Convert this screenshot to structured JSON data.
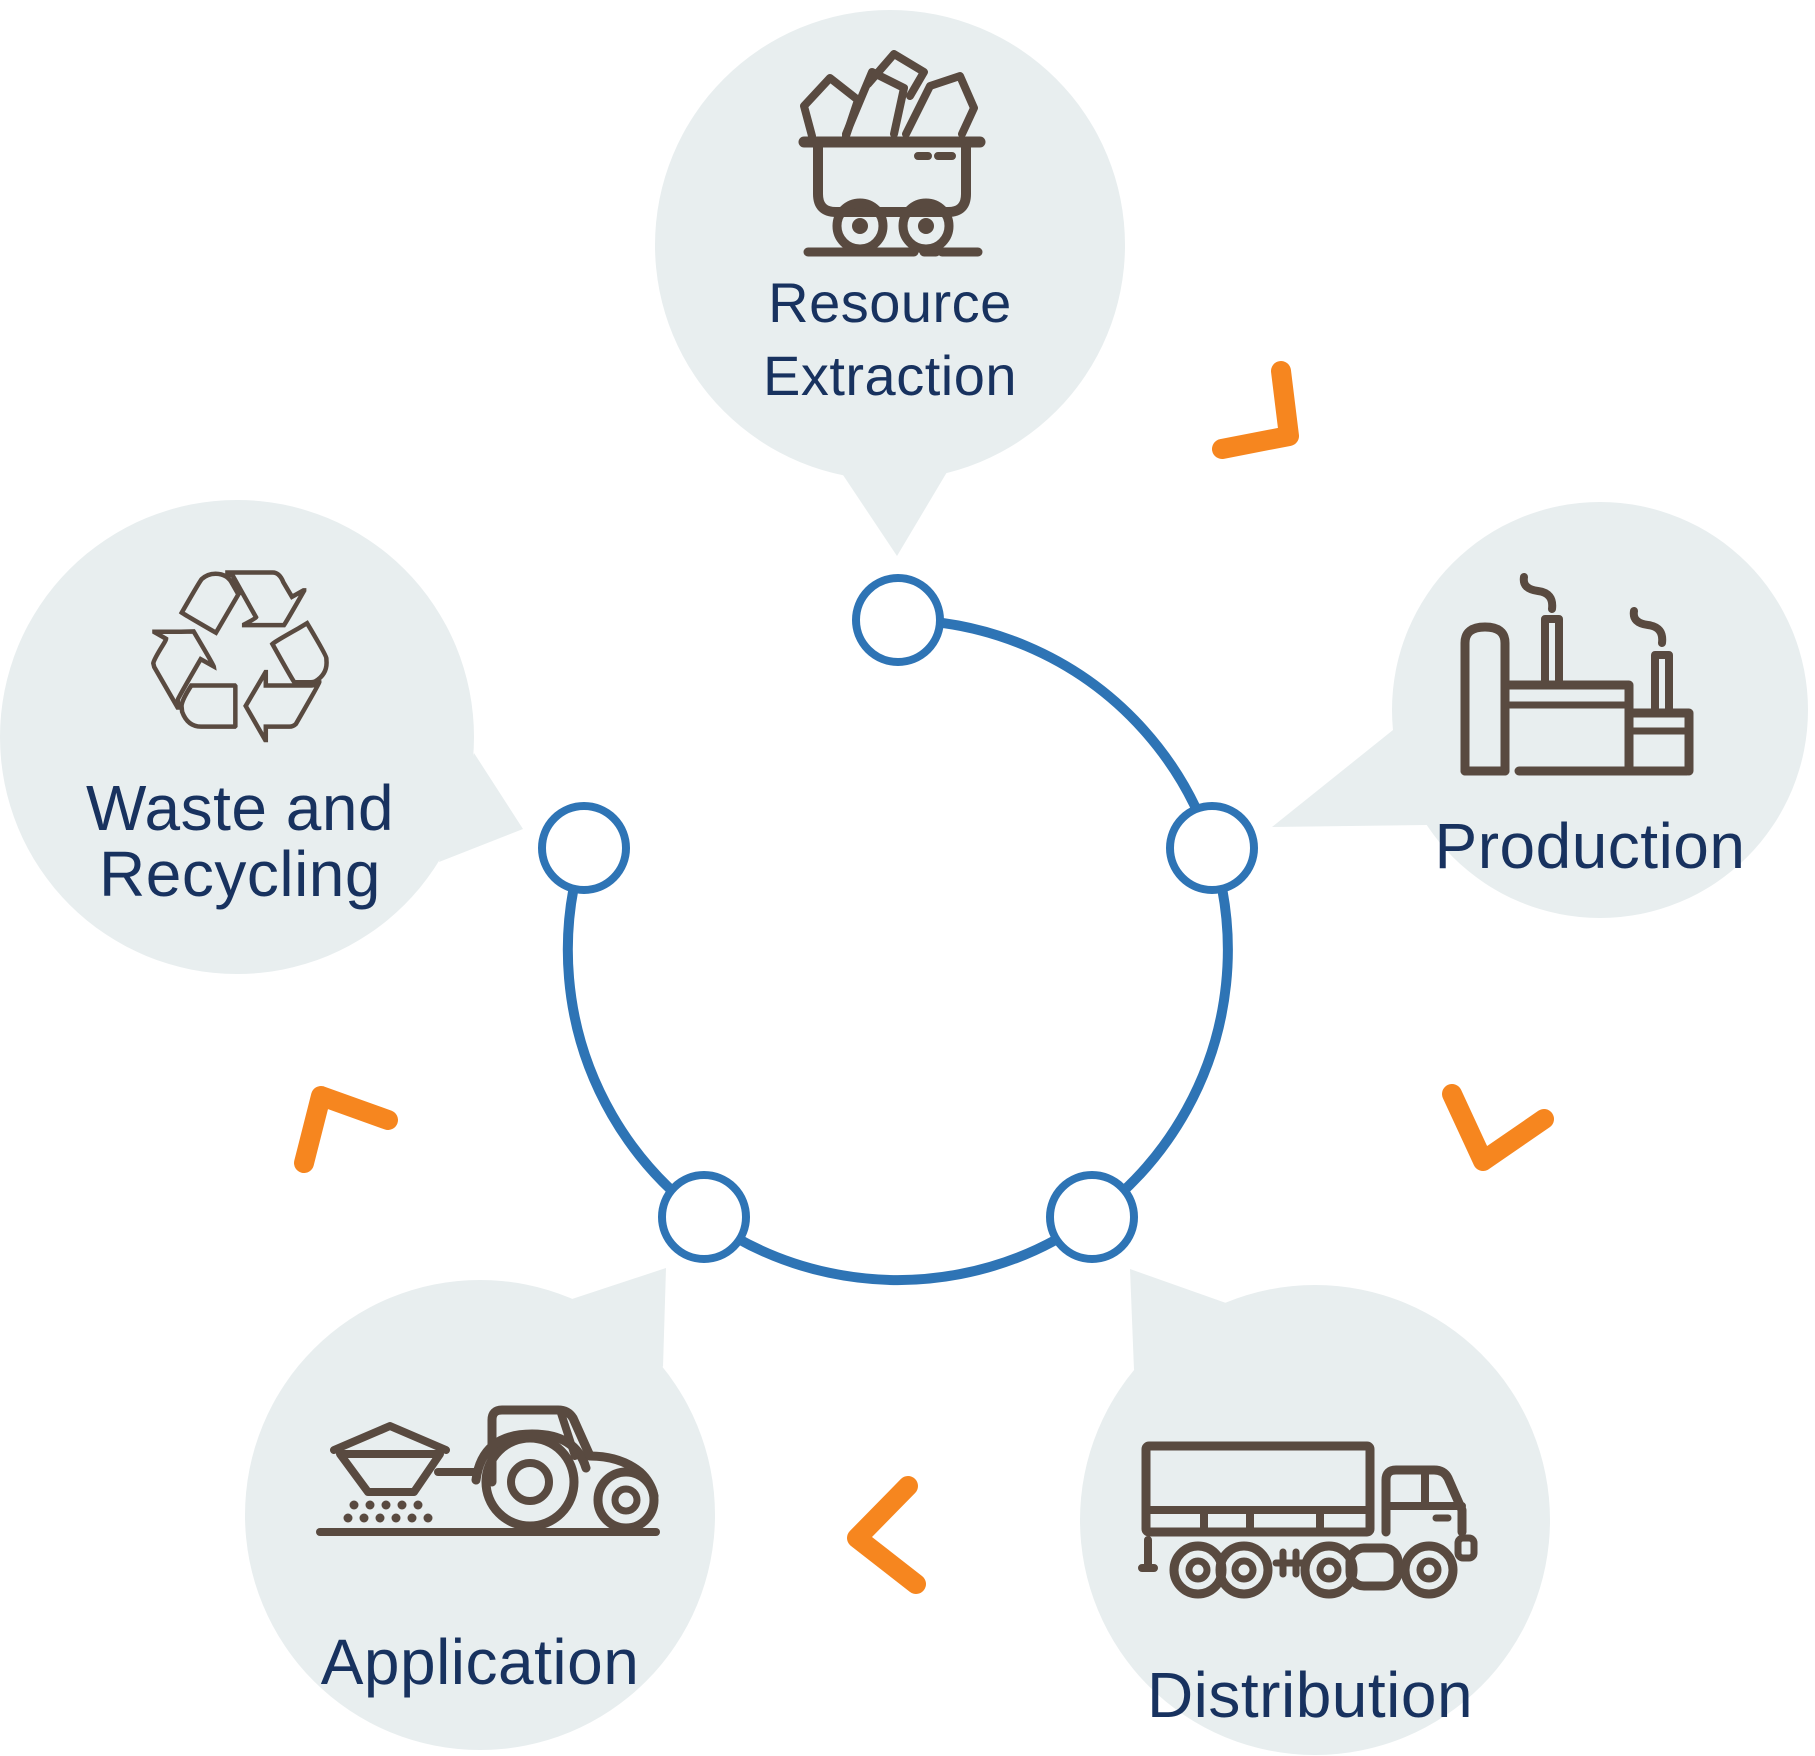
{
  "diagram": {
    "type": "circular-lifecycle",
    "flow_direction": "clockwise",
    "stages": [
      {
        "id": "resource-extraction",
        "label": "Resource Extraction",
        "lines": [
          "Resource",
          "Extraction"
        ],
        "icon": "mining-cart-icon"
      },
      {
        "id": "production",
        "label": "Production",
        "lines": [
          "Production"
        ],
        "icon": "factory-icon"
      },
      {
        "id": "distribution",
        "label": "Distribution",
        "lines": [
          "Distribution"
        ],
        "icon": "truck-icon"
      },
      {
        "id": "application",
        "label": "Application",
        "lines": [
          "Application"
        ],
        "icon": "tractor-icon"
      },
      {
        "id": "waste-and-recycling",
        "label": "Waste and Recycling",
        "lines": [
          "Waste and",
          "Recycling"
        ],
        "icon": "recycling-arrows-icon",
        "glyph": "♻"
      }
    ]
  },
  "colors": {
    "background": "#FFFFFF",
    "bubble-fill": "#E8EEEF",
    "label-navy": "#18325F",
    "ring-blue": "#2E74B5",
    "arrow-orange": "#F6861F",
    "icon-brown": "#594A40"
  }
}
